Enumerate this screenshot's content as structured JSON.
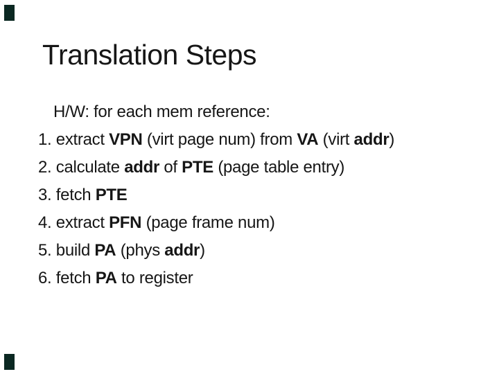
{
  "slide": {
    "title": "Translation Steps",
    "intro": "H/W: for each mem reference:",
    "steps": [
      {
        "label": "1.",
        "segments": [
          {
            "text": "extract ",
            "bold": false
          },
          {
            "text": "VPN",
            "bold": true
          },
          {
            "text": " (virt page num) from ",
            "bold": false
          },
          {
            "text": "VA",
            "bold": true
          },
          {
            "text": " (virt ",
            "bold": false
          },
          {
            "text": "addr",
            "bold": true
          },
          {
            "text": ")",
            "bold": false
          }
        ]
      },
      {
        "label": "2.",
        "segments": [
          {
            "text": "calculate ",
            "bold": false
          },
          {
            "text": "addr",
            "bold": true
          },
          {
            "text": " of ",
            "bold": false
          },
          {
            "text": "PTE",
            "bold": true
          },
          {
            "text": " (page table entry)",
            "bold": false
          }
        ]
      },
      {
        "label": "3.",
        "segments": [
          {
            "text": "fetch ",
            "bold": false
          },
          {
            "text": "PTE",
            "bold": true
          }
        ]
      },
      {
        "label": "4.",
        "segments": [
          {
            "text": "extract ",
            "bold": false
          },
          {
            "text": "PFN",
            "bold": true
          },
          {
            "text": " (page frame num)",
            "bold": false
          }
        ]
      },
      {
        "label": "5.",
        "segments": [
          {
            "text": "build ",
            "bold": false
          },
          {
            "text": "PA",
            "bold": true
          },
          {
            "text": " (phys ",
            "bold": false
          },
          {
            "text": "addr",
            "bold": true
          },
          {
            "text": ")",
            "bold": false
          }
        ]
      },
      {
        "label": "6.",
        "segments": [
          {
            "text": "fetch ",
            "bold": false
          },
          {
            "text": "PA",
            "bold": true
          },
          {
            "text": " to register",
            "bold": false
          }
        ]
      }
    ],
    "colors": {
      "background": "#ffffff",
      "text": "#161616",
      "corner_mark": "#0b2822"
    }
  }
}
